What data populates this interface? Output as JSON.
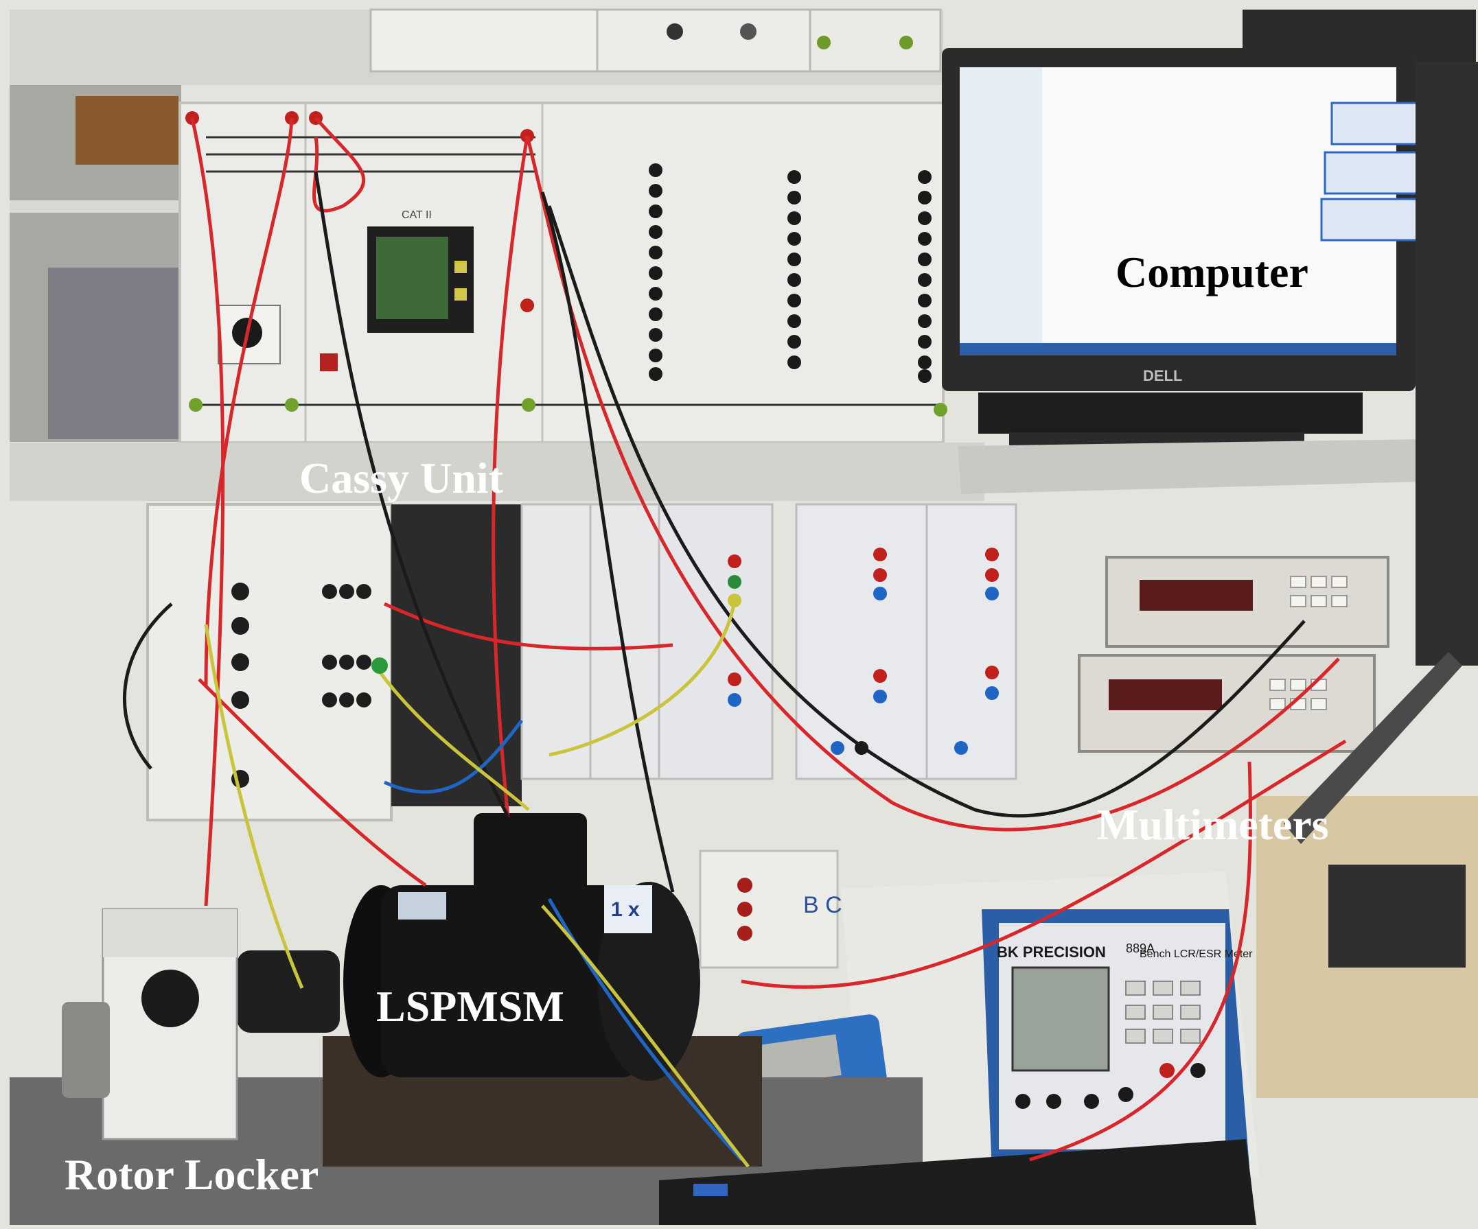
{
  "labels": {
    "computer": "Computer",
    "cassy_unit": "Cassy Unit",
    "multimeters": "Multimeters",
    "lspmsm": "LSPMSM",
    "rotor_locker": "Rotor Locker"
  },
  "equipment_text": {
    "monitor_brand": "DELL",
    "lcr_brand": "BK PRECISION",
    "lcr_model": "889A",
    "lcr_title": "Bench LCR/ESR Meter",
    "panel_title": "CAT II",
    "motor_tag": "1 x",
    "board_note": "B C"
  },
  "colors": {
    "frame": "#222222",
    "wall": "#e9e9e4",
    "panel": "#dcdcd8",
    "shelf": "#cfcfca",
    "motor": "#141414",
    "lcr_blue": "#2a5fa8",
    "wire_red": "#d8272b",
    "wire_black": "#1b1b1b",
    "wire_blue": "#1f66c4",
    "wire_yellow": "#c9c43a",
    "label_white": "#ffffff",
    "label_black": "#000000"
  }
}
